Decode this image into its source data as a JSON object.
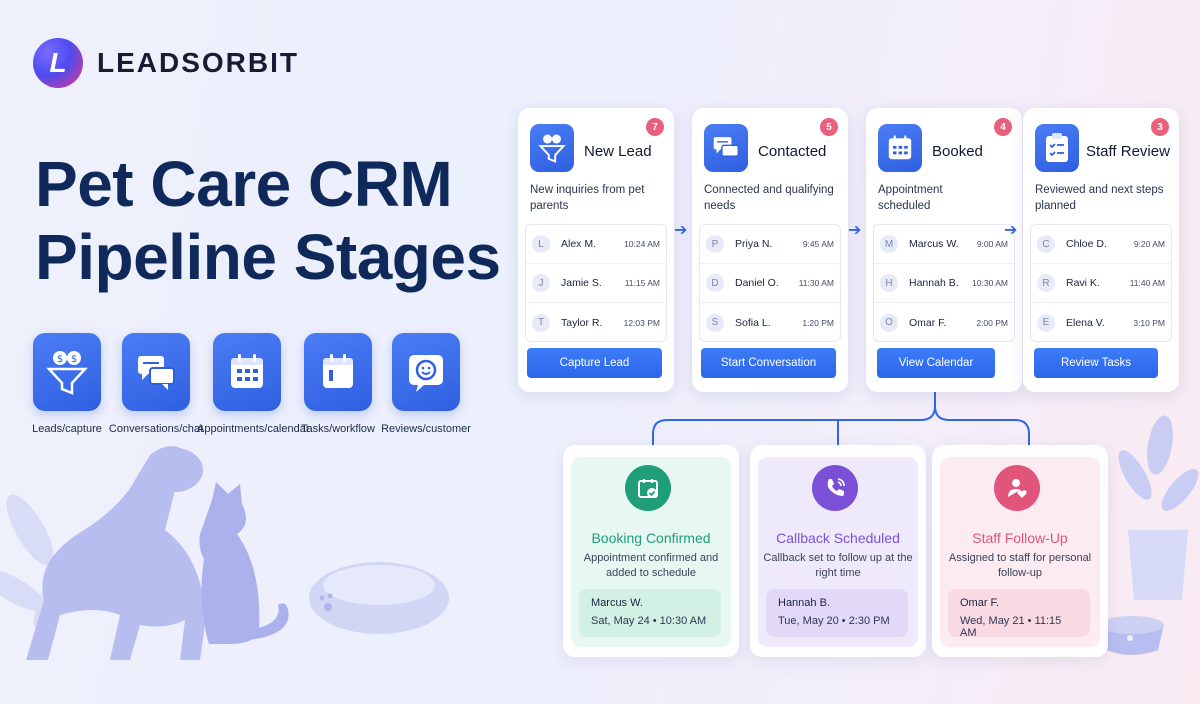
{
  "brand": {
    "logo_letter": "L",
    "name": "LEADSORBIT"
  },
  "title": {
    "line1": "Pet Care CRM",
    "line2": "Pipeline Stages"
  },
  "features": [
    {
      "icon": "funnel-money-icon",
      "label": "Leads/capture"
    },
    {
      "icon": "chat-bubbles-icon",
      "label": "Conversations/chat"
    },
    {
      "icon": "calendar-icon",
      "label": "Appointments/calendar"
    },
    {
      "icon": "task-board-icon",
      "label": "Tasks/workflow"
    },
    {
      "icon": "smiley-review-icon",
      "label": "Reviews/customer"
    }
  ],
  "stages": [
    {
      "title": "New Lead",
      "badge": "7",
      "icon": "funnel-money-icon",
      "description": "New inquiries from pet parents",
      "contacts": [
        {
          "initial": "L",
          "name": "Alex M.",
          "time": "10:24 AM"
        },
        {
          "initial": "J",
          "name": "Jamie S.",
          "time": "11:15 AM"
        },
        {
          "initial": "T",
          "name": "Taylor R.",
          "time": "12:03 PM"
        }
      ],
      "button": "Capture Lead"
    },
    {
      "title": "Contacted",
      "badge": "5",
      "icon": "chat-bubbles-icon",
      "description": "Connected and qualifying needs",
      "contacts": [
        {
          "initial": "P",
          "name": "Priya N.",
          "time": "9:45 AM"
        },
        {
          "initial": "D",
          "name": "Daniel O.",
          "time": "11:30 AM"
        },
        {
          "initial": "S",
          "name": "Sofia L.",
          "time": "1:20 PM"
        }
      ],
      "button": "Start Conversation"
    },
    {
      "title": "Booked",
      "badge": "4",
      "icon": "calendar-icon",
      "description": "Appointment scheduled",
      "contacts": [
        {
          "initial": "M",
          "name": "Marcus W.",
          "time": "9:00 AM"
        },
        {
          "initial": "H",
          "name": "Hannah B.",
          "time": "10:30 AM"
        },
        {
          "initial": "O",
          "name": "Omar F.",
          "time": "2:00 PM"
        }
      ],
      "button": "View Calendar"
    },
    {
      "title": "Staff Review",
      "badge": "3",
      "icon": "checklist-icon",
      "description": "Reviewed and next steps planned",
      "contacts": [
        {
          "initial": "C",
          "name": "Chloe D.",
          "time": "9:20 AM"
        },
        {
          "initial": "R",
          "name": "Ravi K.",
          "time": "11:40 AM"
        },
        {
          "initial": "E",
          "name": "Elena V.",
          "time": "3:10 PM"
        }
      ],
      "button": "Review Tasks"
    }
  ],
  "outcomes": [
    {
      "title": "Booking Confirmed",
      "icon": "calendar-check-icon",
      "description": "Appointment confirmed and added to schedule",
      "name": "Marcus W.",
      "when": "Sat, May 24 • 10:30 AM",
      "accent": "#1f9e78",
      "bg": "#e6f7f1",
      "box": "#d3f0e5"
    },
    {
      "title": "Callback Scheduled",
      "icon": "phone-call-icon",
      "description": "Callback set to follow up at the right time",
      "name": "Hannah B.",
      "when": "Tue, May 20 • 2:30 PM",
      "accent": "#7b4fd6",
      "bg": "#efeafb",
      "box": "#e2d9f7"
    },
    {
      "title": "Staff Follow-Up",
      "icon": "staff-heart-icon",
      "description": "Assigned to staff for personal follow-up",
      "name": "Omar F.",
      "when": "Wed, May 21 • 11:15 AM",
      "accent": "#e2557a",
      "bg": "#fcebf0",
      "box": "#f9d9e2"
    }
  ],
  "colors": {
    "primary": "#2f66ea",
    "title": "#0f2a5a",
    "badge": "#e9607c",
    "illustration": "#b7bdf0"
  }
}
